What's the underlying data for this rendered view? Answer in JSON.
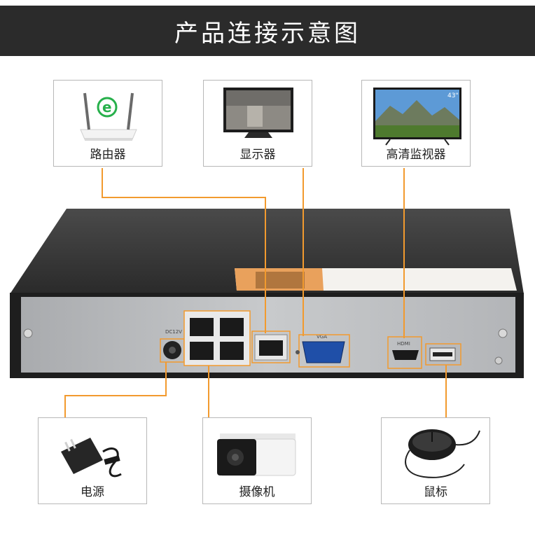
{
  "title": "产品连接示意图",
  "devices_top": [
    {
      "name": "路由器",
      "icon": "router-icon"
    },
    {
      "name": "显示器",
      "icon": "monitor-icon"
    },
    {
      "name": "高清监视器",
      "icon": "hd-tv-icon"
    }
  ],
  "devices_bottom": [
    {
      "name": "电源",
      "icon": "power-adapter-icon"
    },
    {
      "name": "摄像机",
      "icon": "camera-icon"
    },
    {
      "name": "鼠标",
      "icon": "mouse-icon"
    }
  ],
  "tv_badge": "43\"",
  "ports": {
    "vga": "VGA",
    "hdmi": "HDMI",
    "dc": "DC12V"
  },
  "colors": {
    "banner_bg": "#2b2b2b",
    "wire": "#f29a2e",
    "chassis_top": "#3a3a3a",
    "panel": "#bfc1c4"
  }
}
